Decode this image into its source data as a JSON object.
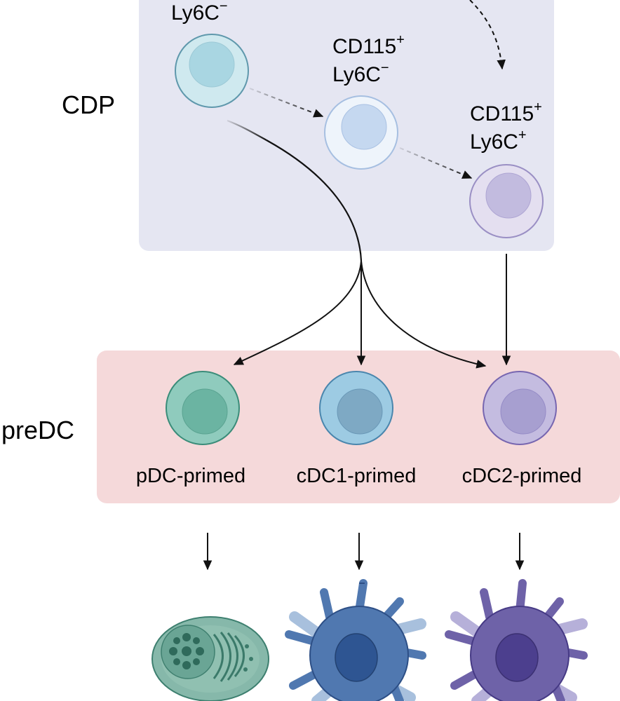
{
  "stages": {
    "cdp": {
      "label": "CDP"
    },
    "predc": {
      "label": "preDC"
    }
  },
  "cdp_cells": {
    "first": {
      "marker1": "",
      "marker2_base": "Ly6C",
      "marker2_sup": "−"
    },
    "second": {
      "marker1_base": "CD115",
      "marker1_sup": "+",
      "marker2_base": "Ly6C",
      "marker2_sup": "−"
    },
    "third": {
      "marker1_base": "CD115",
      "marker1_sup": "+",
      "marker2_base": "Ly6C",
      "marker2_sup": "+"
    }
  },
  "predc_cells": [
    {
      "label": "pDC-primed"
    },
    {
      "label": "cDC1-primed"
    },
    {
      "label": "cDC2-primed"
    }
  ],
  "colors": {
    "cdp_box": "#e5e6f2",
    "predc_box": "#f5d9da",
    "cell_cdp1": "#cfe9ef",
    "cell_cdp2": "#eef4fb",
    "cell_cdp3": "#e4dff0",
    "cell_pdc_primed": "#8fcbbd",
    "cell_cdc1_primed": "#9dcbe3",
    "cell_cdc2_primed": "#c4bce0",
    "pdc": "#86b8aa",
    "cdc1": "#5078b0",
    "cdc2": "#6e62a8"
  }
}
